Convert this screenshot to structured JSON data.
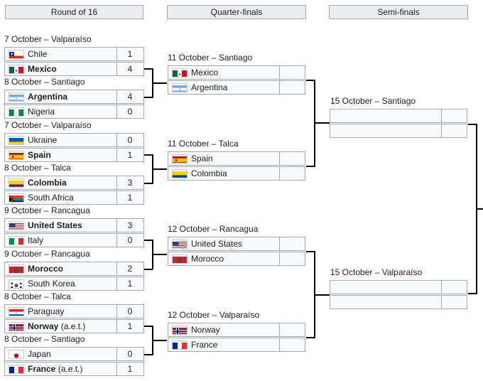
{
  "rounds": {
    "r16": "Round of 16",
    "qf": "Quarter-finals",
    "sf": "Semi-finals"
  },
  "r16": [
    {
      "date": "7 October – Valparaíso",
      "t1": {
        "name": "Chile",
        "note": "",
        "flag": "chile-flag",
        "score": "1",
        "win": false
      },
      "t2": {
        "name": "Mexico",
        "note": "",
        "flag": "mexico-flag",
        "score": "4",
        "win": true
      }
    },
    {
      "date": "8 October – Santiago",
      "t1": {
        "name": "Argentina",
        "note": "",
        "flag": "argentina-flag",
        "score": "4",
        "win": true
      },
      "t2": {
        "name": "Nigeria",
        "note": "",
        "flag": "nigeria-flag",
        "score": "0",
        "win": false
      }
    },
    {
      "date": "7 October – Valparaíso",
      "t1": {
        "name": "Ukraine",
        "note": "",
        "flag": "ukraine-flag",
        "score": "0",
        "win": false
      },
      "t2": {
        "name": "Spain",
        "note": "",
        "flag": "spain-flag",
        "score": "1",
        "win": true
      }
    },
    {
      "date": "8 October – Talca",
      "t1": {
        "name": "Colombia",
        "note": "",
        "flag": "colombia-flag",
        "score": "3",
        "win": true
      },
      "t2": {
        "name": "South Africa",
        "note": "",
        "flag": "south-africa-flag",
        "score": "1",
        "win": false
      }
    },
    {
      "date": "9 October – Rancagua",
      "t1": {
        "name": "United States",
        "note": "",
        "flag": "usa-flag",
        "score": "3",
        "win": true
      },
      "t2": {
        "name": "Italy",
        "note": "",
        "flag": "italy-flag",
        "score": "0",
        "win": false
      }
    },
    {
      "date": "9 October – Rancagua",
      "t1": {
        "name": "Morocco",
        "note": "",
        "flag": "morocco-flag",
        "score": "2",
        "win": true
      },
      "t2": {
        "name": "South Korea",
        "note": "",
        "flag": "south-korea-flag",
        "score": "1",
        "win": false
      }
    },
    {
      "date": "8 October – Talca",
      "t1": {
        "name": "Paraguay",
        "note": "",
        "flag": "paraguay-flag",
        "score": "0",
        "win": false
      },
      "t2": {
        "name": "Norway",
        "note": "(a.e.t.)",
        "flag": "norway-flag",
        "score": "1",
        "win": true
      }
    },
    {
      "date": "8 October – Santiago",
      "t1": {
        "name": "Japan",
        "note": "",
        "flag": "japan-flag",
        "score": "0",
        "win": false
      },
      "t2": {
        "name": "France",
        "note": "(a.e.t.)",
        "flag": "france-flag",
        "score": "1",
        "win": true
      }
    }
  ],
  "qf": [
    {
      "date": "11 October – Santiago",
      "t1": {
        "name": "Mexico",
        "flag": "mexico-flag",
        "score": ""
      },
      "t2": {
        "name": "Argentina",
        "flag": "argentina-flag",
        "score": ""
      }
    },
    {
      "date": "11 October – Talca",
      "t1": {
        "name": "Spain",
        "flag": "spain-flag",
        "score": ""
      },
      "t2": {
        "name": "Colombia",
        "flag": "colombia-flag",
        "score": ""
      }
    },
    {
      "date": "12 October – Rancagua",
      "t1": {
        "name": "United States",
        "flag": "usa-flag",
        "score": ""
      },
      "t2": {
        "name": "Morocco",
        "flag": "morocco-flag",
        "score": ""
      }
    },
    {
      "date": "12 October – Valparaíso",
      "t1": {
        "name": "Norway",
        "flag": "norway-flag",
        "score": ""
      },
      "t2": {
        "name": "France",
        "flag": "france-flag",
        "score": ""
      }
    }
  ],
  "sf": [
    {
      "date": "15 October – Santiago",
      "t1": {
        "name": "",
        "flag": "",
        "score": ""
      },
      "t2": {
        "name": "",
        "flag": "",
        "score": ""
      }
    },
    {
      "date": "15 October – Valparaíso",
      "t1": {
        "name": "",
        "flag": "",
        "score": ""
      },
      "t2": {
        "name": "",
        "flag": "",
        "score": ""
      }
    }
  ]
}
